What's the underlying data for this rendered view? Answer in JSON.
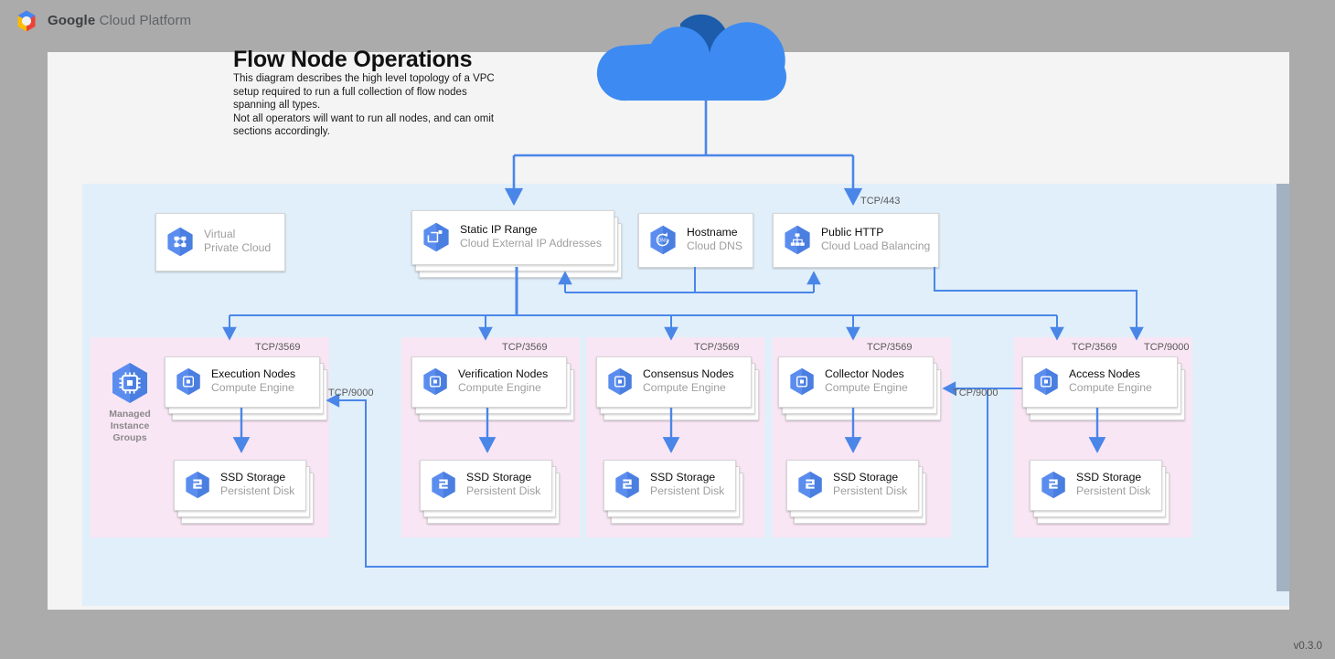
{
  "header": {
    "logo_icon": "gcp-hexagon-logo",
    "brand_bold": "Google",
    "brand_rest": " Cloud Platform"
  },
  "diagram": {
    "title": "Flow Node Operations",
    "description_lines": [
      "This diagram describes the high level topology of a VPC setup required to run a full collection of flow nodes spanning all types.",
      "Not all operators will want to run all nodes, and can omit sections accordingly."
    ],
    "version": "v0.3.0",
    "internet_icon": "cloud-icon"
  },
  "colors": {
    "accent_blue": "#4285f4",
    "connector_blue": "#4a86e8",
    "vpc_fill": "#e1effa",
    "group_fill": "#f9e6f4",
    "page_fill": "#f4f4f4",
    "desktop_fill": "#ababab",
    "muted_text": "#9e9e9e"
  },
  "top_nodes": [
    {
      "id": "virtual-private-cloud",
      "title": "Virtual",
      "subtitle": "Private Cloud",
      "icon": "virtual-private-cloud-icon",
      "muted_title": true
    },
    {
      "id": "static-ip-range",
      "title": "Static IP Range",
      "subtitle": "Cloud External IP Addresses",
      "icon": "external-ip-icon",
      "muted_title": false
    },
    {
      "id": "hostname",
      "title": "Hostname",
      "subtitle": "Cloud DNS",
      "icon": "cloud-dns-icon",
      "muted_title": false
    },
    {
      "id": "public-http",
      "title": "Public HTTP",
      "subtitle": "Cloud Load Balancing",
      "icon": "cloud-load-balancing-icon",
      "muted_title": false
    }
  ],
  "group_badge": {
    "label": "Managed\nInstance\nGroups",
    "label_line1": "Managed",
    "label_line2": "Instance",
    "label_line3": "Groups",
    "icon": "compute-engine-icon"
  },
  "node_groups": [
    {
      "id": "execution",
      "compute": {
        "title": "Execution Nodes",
        "subtitle": "Compute Engine",
        "icon": "compute-engine-icon"
      },
      "storage": {
        "title": "SSD Storage",
        "subtitle": "Persistent Disk",
        "icon": "persistent-disk-icon"
      },
      "has_badge": true
    },
    {
      "id": "verification",
      "compute": {
        "title": "Verification Nodes",
        "subtitle": "Compute Engine",
        "icon": "compute-engine-icon"
      },
      "storage": {
        "title": "SSD Storage",
        "subtitle": "Persistent Disk",
        "icon": "persistent-disk-icon"
      },
      "has_badge": false
    },
    {
      "id": "consensus",
      "compute": {
        "title": "Consensus Nodes",
        "subtitle": "Compute Engine",
        "icon": "compute-engine-icon"
      },
      "storage": {
        "title": "SSD Storage",
        "subtitle": "Persistent Disk",
        "icon": "persistent-disk-icon"
      },
      "has_badge": false
    },
    {
      "id": "collector",
      "compute": {
        "title": "Collector Nodes",
        "subtitle": "Compute Engine",
        "icon": "compute-engine-icon"
      },
      "storage": {
        "title": "SSD Storage",
        "subtitle": "Persistent Disk",
        "icon": "persistent-disk-icon"
      },
      "has_badge": false
    },
    {
      "id": "access",
      "compute": {
        "title": "Access Nodes",
        "subtitle": "Compute Engine",
        "icon": "compute-engine-icon"
      },
      "storage": {
        "title": "SSD Storage",
        "subtitle": "Persistent Disk",
        "icon": "persistent-disk-icon"
      },
      "has_badge": false
    }
  ],
  "port_labels": {
    "tls": "TCP/443",
    "p3569": "TCP/3569",
    "p9000": "TCP/9000",
    "execution_3569": "TCP/3569",
    "verification_3569": "TCP/3569",
    "consensus_3569": "TCP/3569",
    "collector_3569": "TCP/3569",
    "access_3569": "TCP/3569",
    "access_9000": "TCP/9000",
    "collector_9000": "TCP/9000",
    "execution_9000": "TCP/9000"
  }
}
